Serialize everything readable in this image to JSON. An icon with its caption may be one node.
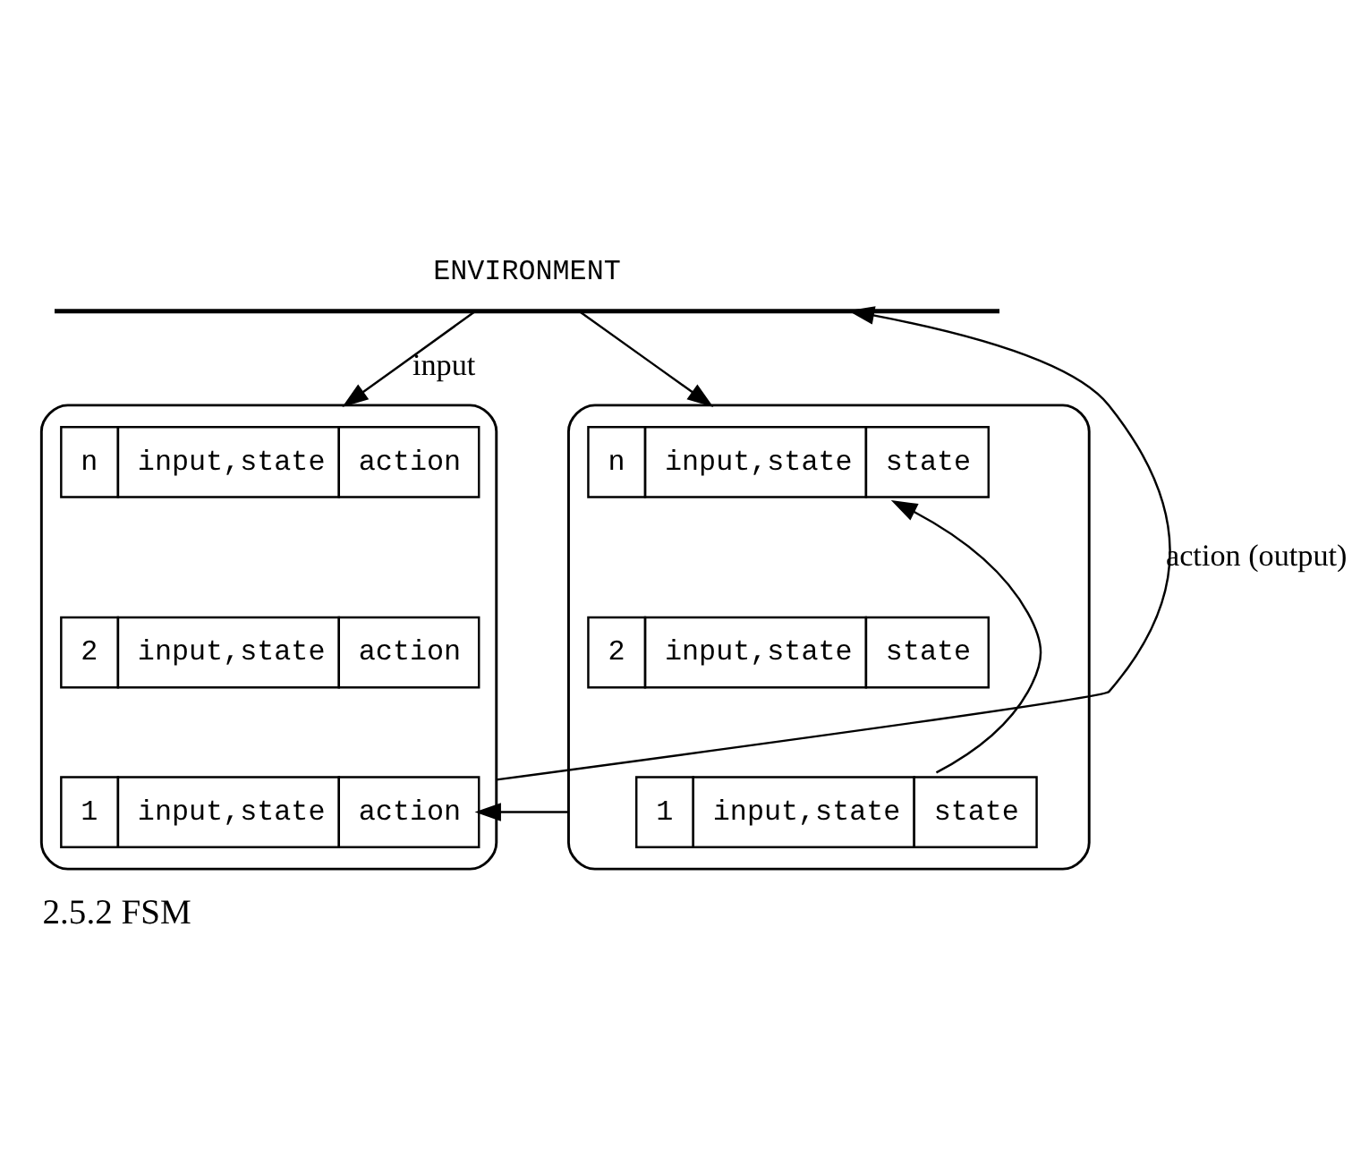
{
  "diagram": {
    "caption": "2.5.2 FSM",
    "nodes": [
      {
        "text": [
          "ENVIRONMENT"
        ]
      },
      {
        "text": [],
        "shape": "bracket"
      },
      {
        "text": [
          "n",
          "input,state",
          "action"
        ],
        "in": 1
      },
      {
        "text": [
          "2",
          "input,state",
          "action"
        ],
        "in": 1
      },
      {
        "text": [
          "1",
          "input,state",
          "action"
        ],
        "in": 1
      },
      {
        "text": [],
        "shape": "bracket"
      },
      {
        "text": [
          "n",
          "input,state",
          "state"
        ],
        "in": 5
      },
      {
        "text": [
          "2",
          "input,state",
          "state"
        ],
        "in": 5
      },
      {
        "text": [
          "1",
          "input,state",
          "state"
        ],
        "in": 5
      }
    ],
    "edges": [
      {
        "from": 0,
        "to": 1,
        "arrow": "to",
        "label": "input"
      },
      {
        "from": 0,
        "to": 5,
        "arrow": "to"
      },
      {
        "from": 1,
        "to": 0,
        "arrow": "to",
        "label": "action (output)"
      },
      {
        "from": 5,
        "to": 4,
        "arrow": "to"
      },
      {
        "from": 5,
        "to": 6,
        "arrow": "to"
      }
    ]
  }
}
